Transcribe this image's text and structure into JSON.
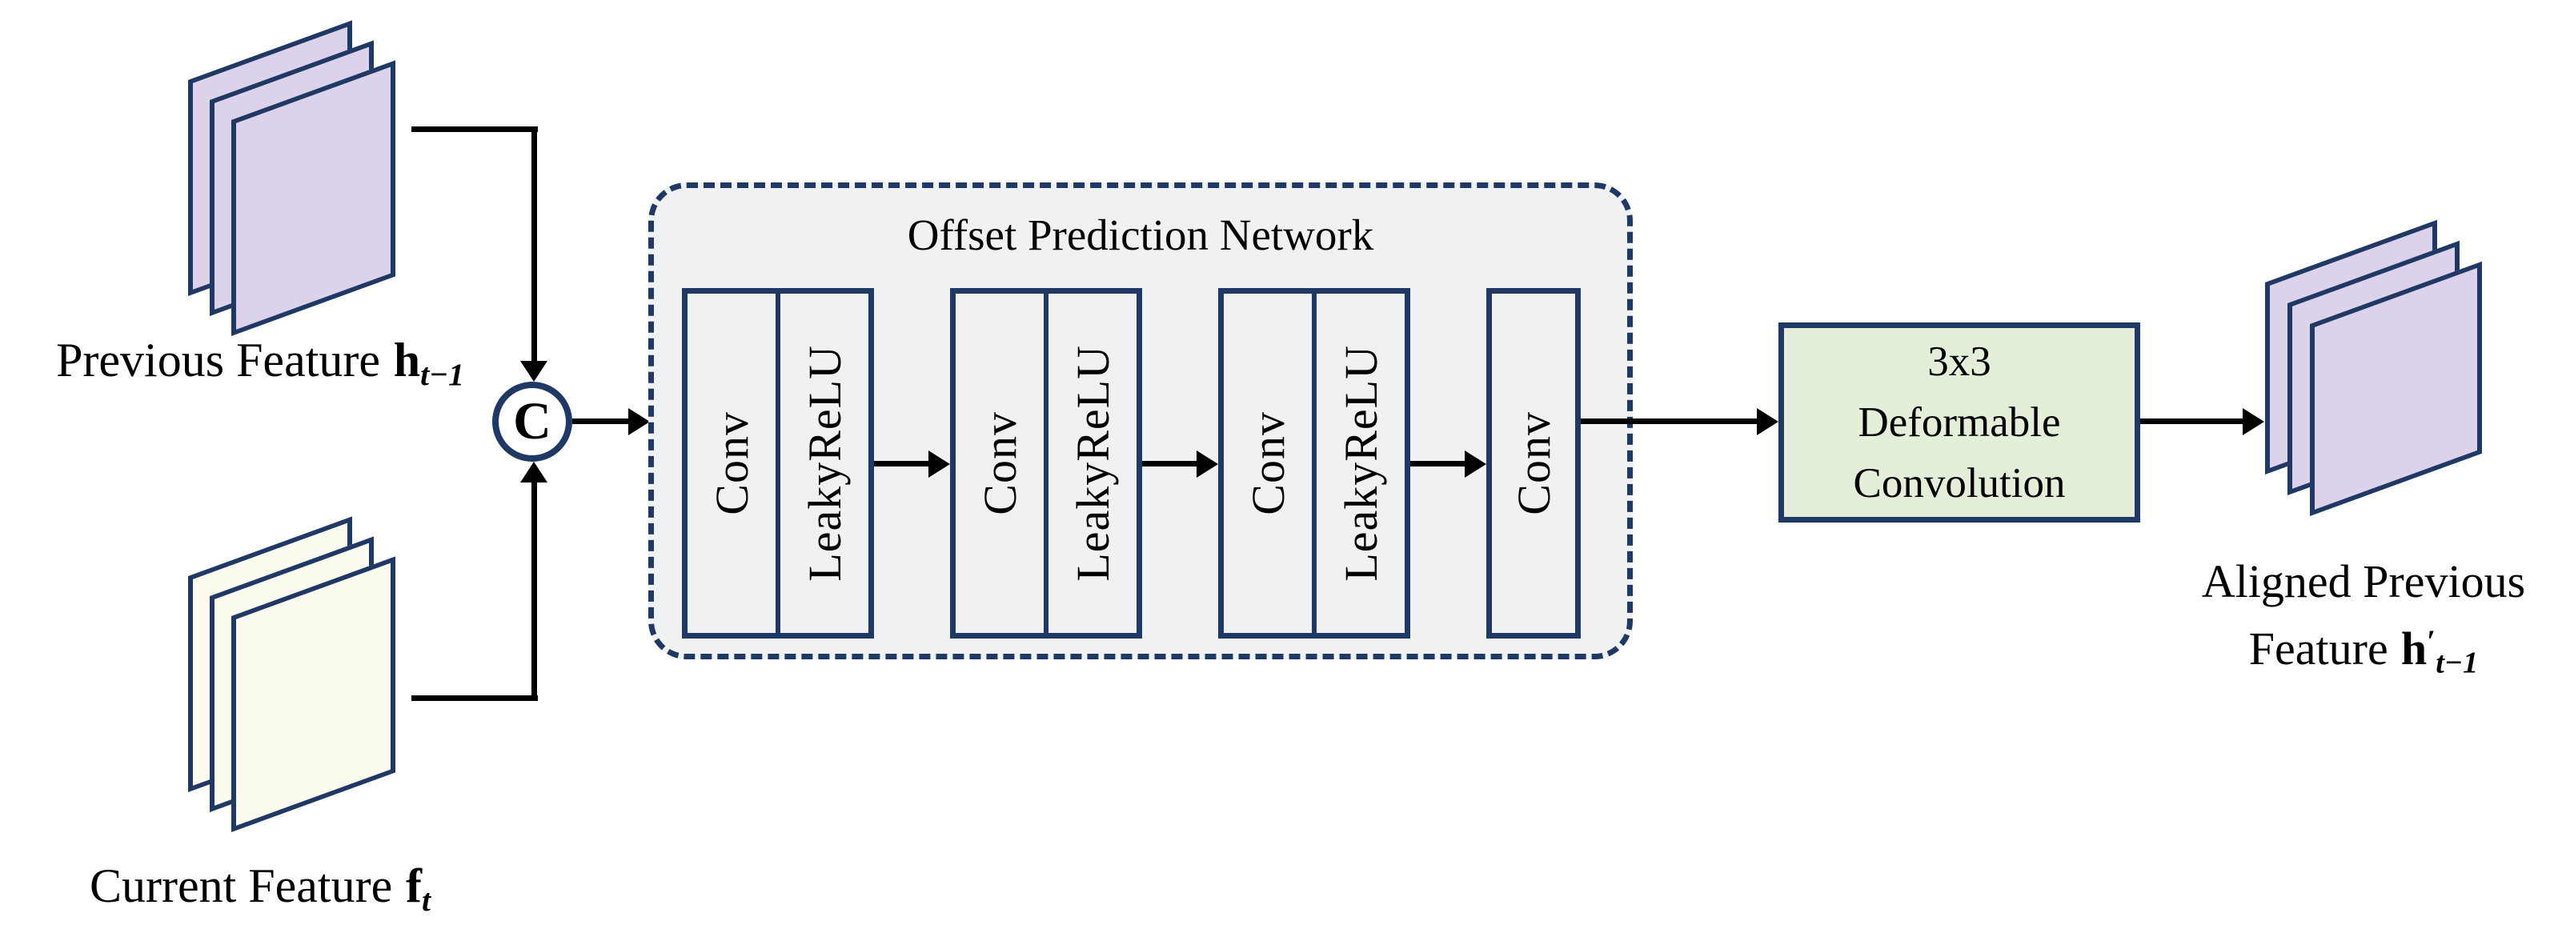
{
  "colors": {
    "navy": "#1f3864",
    "black": "#000000",
    "purple": "#ddd2ec",
    "cream": "#fbfbf0",
    "green": "#e3efd9",
    "panel": "#f0f1f2",
    "white": "#ffffff"
  },
  "inputs": {
    "previous": {
      "text": "Previous Feature",
      "symbol": "h",
      "subscript": "t−1"
    },
    "current": {
      "text": "Current Feature",
      "symbol": "f",
      "subscript": "t"
    }
  },
  "concat": {
    "symbol": "C"
  },
  "offset_network": {
    "title": "Offset Prediction Network",
    "blocks": [
      {
        "conv": "Conv",
        "act": "LeakyReLU"
      },
      {
        "conv": "Conv",
        "act": "LeakyReLU"
      },
      {
        "conv": "Conv",
        "act": "LeakyReLU"
      },
      {
        "conv": "Conv"
      }
    ]
  },
  "deformable_conv": {
    "line1": "3x3",
    "line2": "Deformable",
    "line3": "Convolution"
  },
  "output": {
    "line1": "Aligned Previous",
    "line2_text": "Feature",
    "symbol": "h",
    "prime": "′",
    "subscript": "t−1"
  }
}
